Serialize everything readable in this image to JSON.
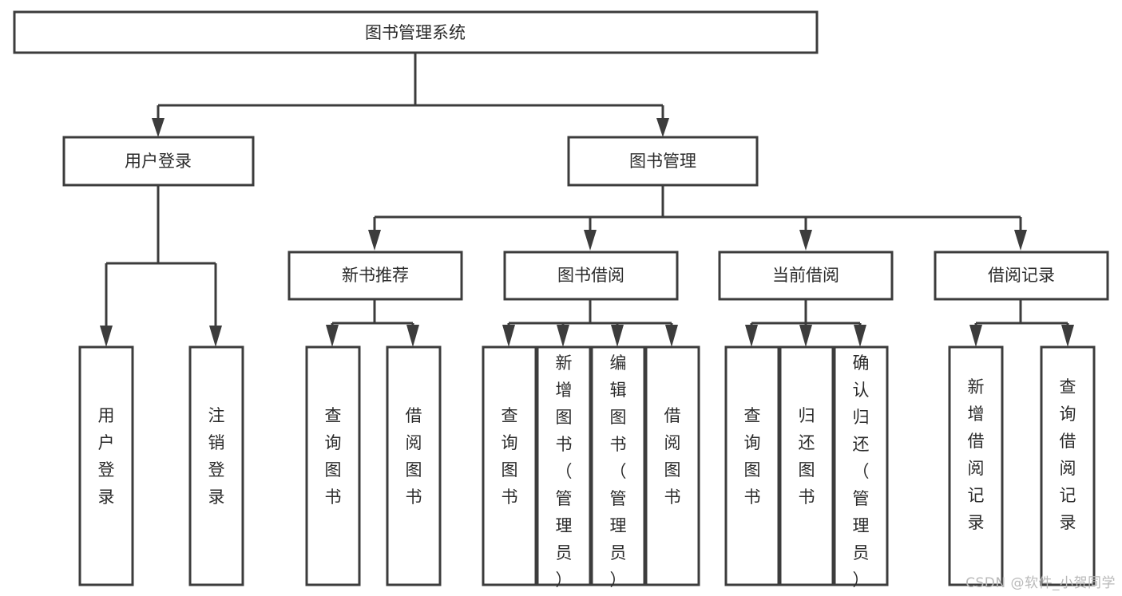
{
  "diagram": {
    "title_node": {
      "label": "图书管理系统"
    },
    "level2": [
      {
        "label": "用户登录"
      },
      {
        "label": "图书管理"
      }
    ],
    "level3": [
      {
        "label": "新书推荐"
      },
      {
        "label": "图书借阅"
      },
      {
        "label": "当前借阅"
      },
      {
        "label": "借阅记录"
      }
    ],
    "leaves": {
      "user_login": [
        {
          "label": "用户登录"
        },
        {
          "label": "注销登录"
        }
      ],
      "new_book_recommend": [
        {
          "label": "查询图书"
        },
        {
          "label": "借阅图书"
        }
      ],
      "book_borrow": [
        {
          "label": "查询图书"
        },
        {
          "label": "新增图书（管理员）"
        },
        {
          "label": "编辑图书（管理员）"
        },
        {
          "label": "借阅图书"
        }
      ],
      "current_borrow": [
        {
          "label": "查询图书"
        },
        {
          "label": "归还图书"
        },
        {
          "label": "确认归还（管理员）"
        }
      ],
      "borrow_record": [
        {
          "label": "新增借阅记录"
        },
        {
          "label": "查询借阅记录"
        }
      ]
    },
    "watermark": "CSDN @软件_小贺同学",
    "colors": {
      "box_stroke": "#3c3c3c",
      "box_fill": "#ffffff",
      "text": "#2b2b2b",
      "watermark": "#b9b9b9",
      "background": "#ffffff"
    }
  }
}
